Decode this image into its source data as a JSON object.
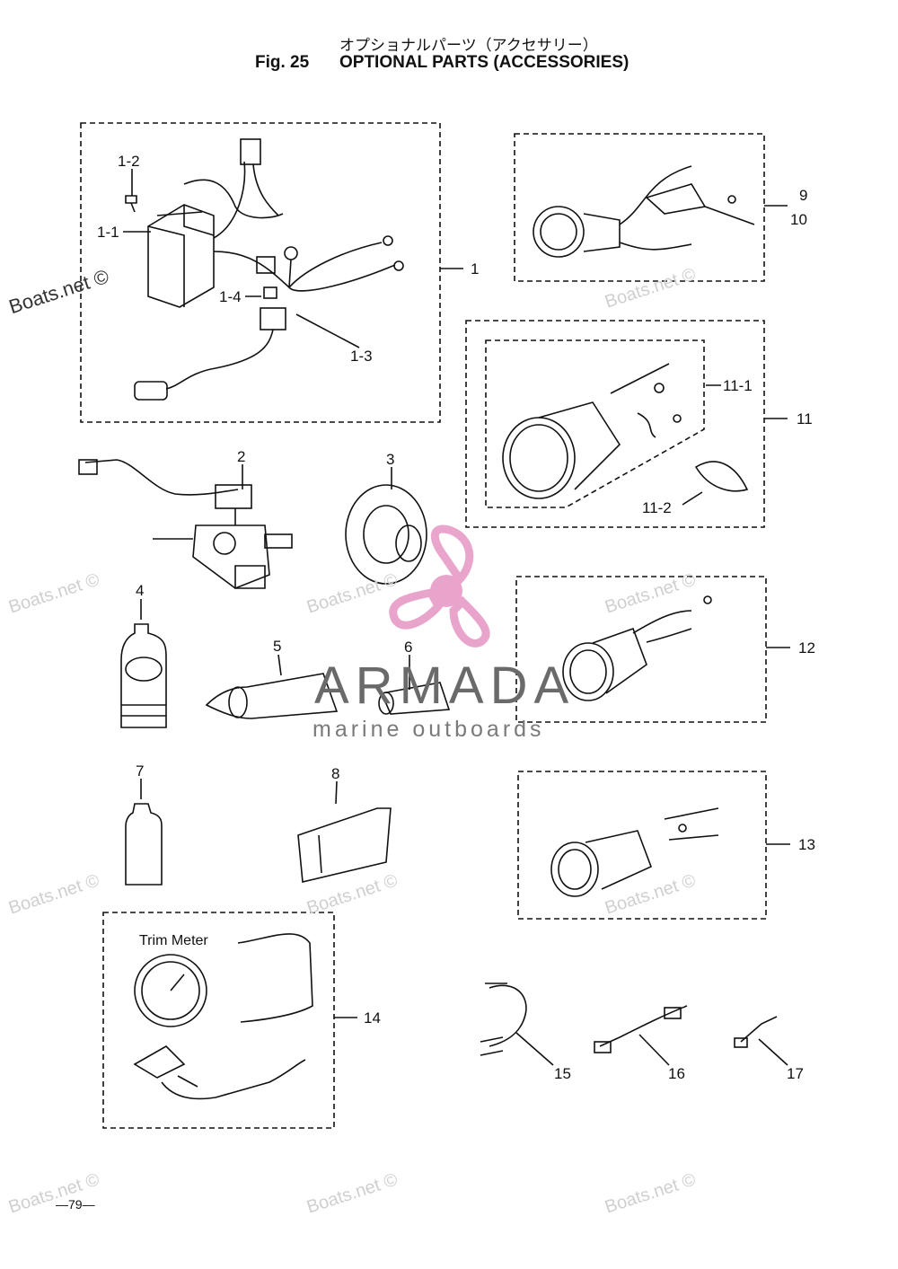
{
  "header": {
    "title_jp": "オプショナルパーツ（アクセサリー）",
    "fig_label": "Fig. 25",
    "title_en": "OPTIONAL PARTS (ACCESSORIES)"
  },
  "callouts": [
    {
      "id": "c1-2",
      "text": "1-2"
    },
    {
      "id": "c1-1",
      "text": "1-1"
    },
    {
      "id": "c1-4",
      "text": "1-4"
    },
    {
      "id": "c1-3",
      "text": "1-3"
    },
    {
      "id": "c1",
      "text": "1"
    },
    {
      "id": "c2",
      "text": "2"
    },
    {
      "id": "c3",
      "text": "3"
    },
    {
      "id": "c4",
      "text": "4"
    },
    {
      "id": "c5",
      "text": "5"
    },
    {
      "id": "c6",
      "text": "6"
    },
    {
      "id": "c7",
      "text": "7"
    },
    {
      "id": "c8",
      "text": "8"
    },
    {
      "id": "c9",
      "text": "9"
    },
    {
      "id": "c10",
      "text": "10"
    },
    {
      "id": "c11-1",
      "text": "11-1"
    },
    {
      "id": "c11",
      "text": "11"
    },
    {
      "id": "c11-2",
      "text": "11-2"
    },
    {
      "id": "c12",
      "text": "12"
    },
    {
      "id": "c13",
      "text": "13"
    },
    {
      "id": "c14",
      "text": "14"
    },
    {
      "id": "c15",
      "text": "15"
    },
    {
      "id": "c16",
      "text": "16"
    },
    {
      "id": "c17",
      "text": "17"
    }
  ],
  "trim_meter_label": "Trim Meter",
  "watermark": "Boats.net ©",
  "logo": {
    "name": "ARMADA",
    "tagline": "marine outboards",
    "color": "#e79bc6"
  },
  "page_number": "—79—"
}
